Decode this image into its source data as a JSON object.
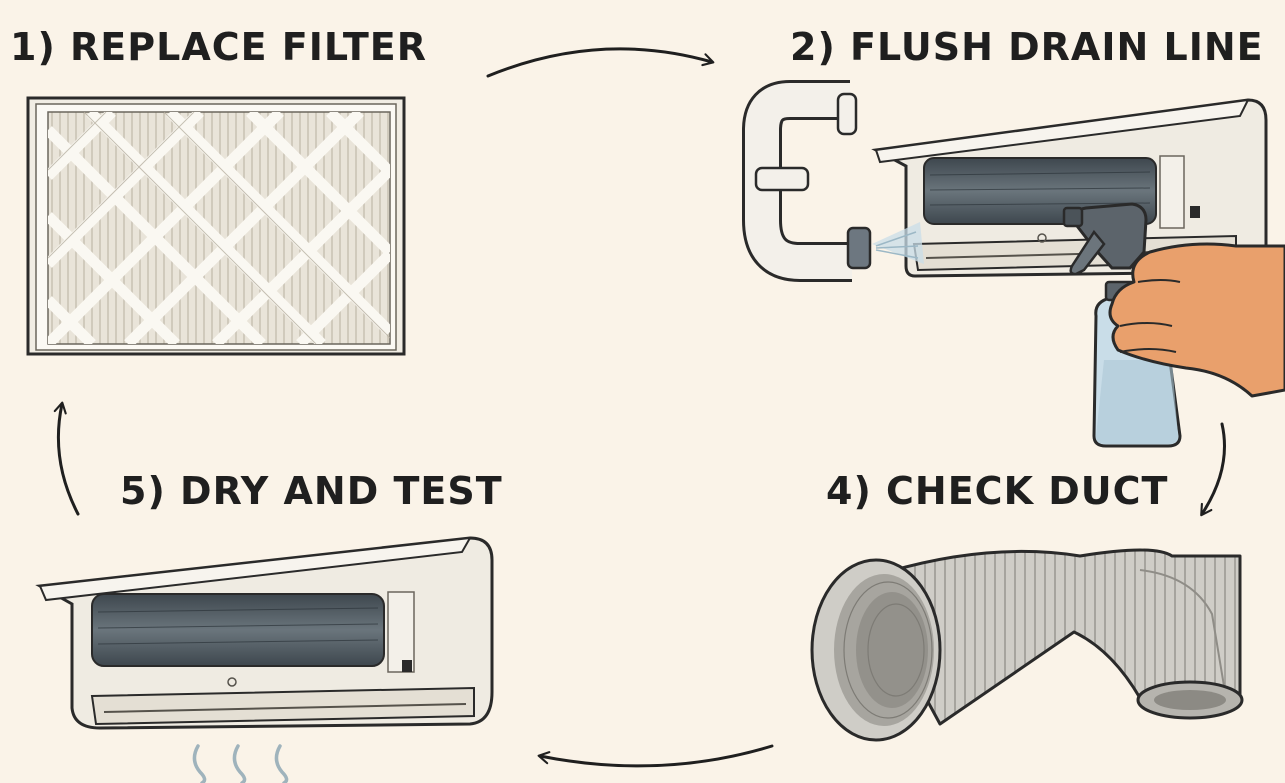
{
  "steps": [
    {
      "id": "step-1",
      "label": "1) REPLACE FILTER",
      "illustration": "air-filter-icon"
    },
    {
      "id": "step-2",
      "label": "2) FLUSH DRAIN LINE",
      "illustration": "spray-bottle-icon"
    },
    {
      "id": "step-4",
      "label": "4) CHECK DUCT",
      "illustration": "flexible-duct-icon"
    },
    {
      "id": "step-5",
      "label": "5) DRY AND TEST",
      "illustration": "ac-unit-icon"
    }
  ],
  "colors": {
    "background": "#faf3e8",
    "text": "#1f1f1f",
    "unit_body": "#efebe2",
    "coil": "#4f5a62",
    "duct": "#c7c5bf",
    "skin": "#e9a06c",
    "bottle": "#c9dde8"
  }
}
